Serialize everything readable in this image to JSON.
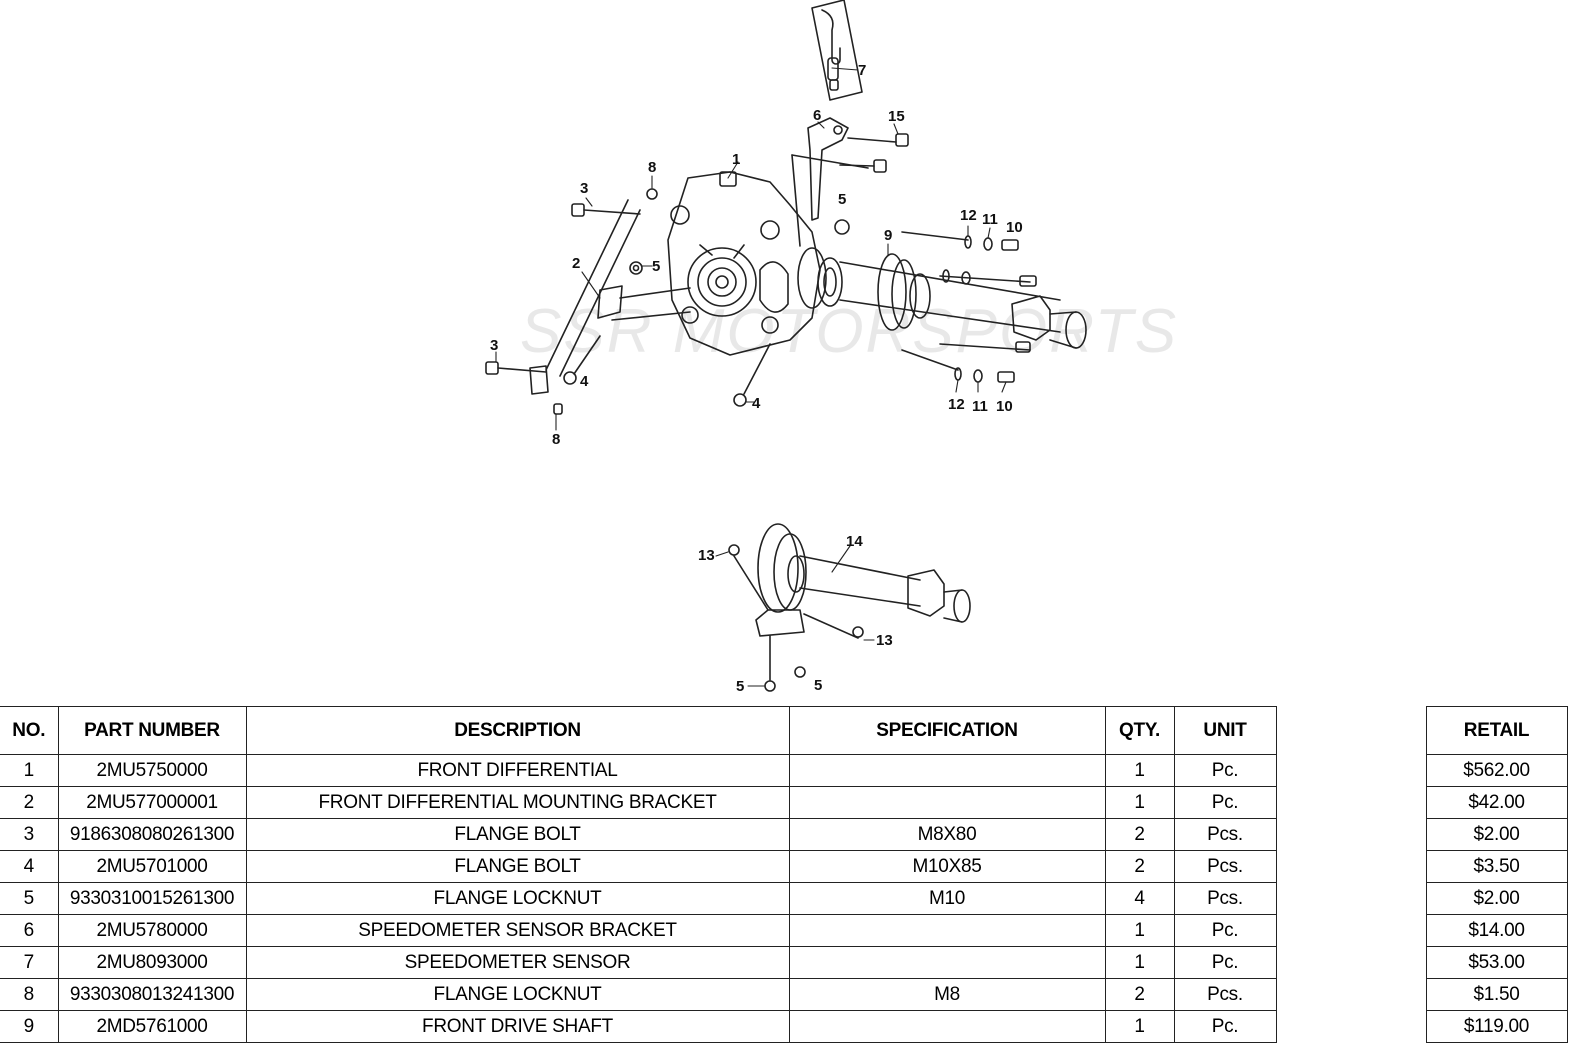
{
  "diagram": {
    "watermark": "SSR MOTORSPORTS",
    "callouts": [
      "1",
      "2",
      "3",
      "3",
      "4",
      "4",
      "5",
      "5",
      "5",
      "5",
      "6",
      "7",
      "8",
      "8",
      "9",
      "10",
      "10",
      "11",
      "11",
      "12",
      "12",
      "13",
      "13",
      "14",
      "15"
    ]
  },
  "table": {
    "headers": {
      "no": "NO.",
      "part_number": "PART NUMBER",
      "description": "DESCRIPTION",
      "specification": "SPECIFICATION",
      "qty": "QTY.",
      "unit": "UNIT",
      "blank": "",
      "retail": "RETAIL"
    },
    "rows": [
      {
        "no": "1",
        "part_number": "2MU5750000",
        "description": "FRONT DIFFERENTIAL",
        "specification": "",
        "qty": "1",
        "unit": "Pc.",
        "retail": "$562.00"
      },
      {
        "no": "2",
        "part_number": "2MU577000001",
        "description": "FRONT DIFFERENTIAL MOUNTING BRACKET",
        "specification": "",
        "qty": "1",
        "unit": "Pc.",
        "retail": "$42.00"
      },
      {
        "no": "3",
        "part_number": "9186308080261300",
        "description": "FLANGE BOLT",
        "specification": "M8X80",
        "qty": "2",
        "unit": "Pcs.",
        "retail": "$2.00"
      },
      {
        "no": "4",
        "part_number": "2MU5701000",
        "description": "FLANGE BOLT",
        "specification": "M10X85",
        "qty": "2",
        "unit": "Pcs.",
        "retail": "$3.50"
      },
      {
        "no": "5",
        "part_number": "9330310015261300",
        "description": "FLANGE LOCKNUT",
        "specification": "M10",
        "qty": "4",
        "unit": "Pcs.",
        "retail": "$2.00"
      },
      {
        "no": "6",
        "part_number": "2MU5780000",
        "description": "SPEEDOMETER SENSOR BRACKET",
        "specification": "",
        "qty": "1",
        "unit": "Pc.",
        "retail": "$14.00"
      },
      {
        "no": "7",
        "part_number": "2MU8093000",
        "description": "SPEEDOMETER SENSOR",
        "specification": "",
        "qty": "1",
        "unit": "Pc.",
        "retail": "$53.00"
      },
      {
        "no": "8",
        "part_number": "9330308013241300",
        "description": "FLANGE LOCKNUT",
        "specification": "M8",
        "qty": "2",
        "unit": "Pcs.",
        "retail": "$1.50"
      },
      {
        "no": "9",
        "part_number": "2MD5761000",
        "description": "FRONT DRIVE SHAFT",
        "specification": "",
        "qty": "1",
        "unit": "Pc.",
        "retail": "$119.00"
      }
    ]
  }
}
